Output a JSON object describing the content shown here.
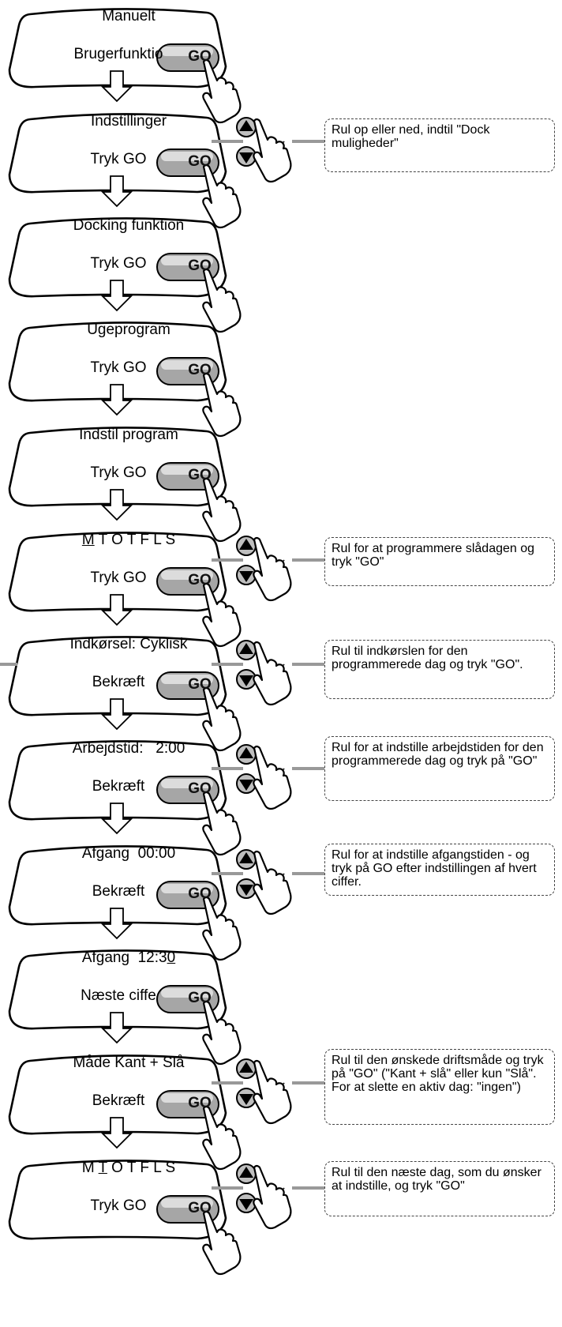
{
  "steps": [
    {
      "line1": "Manuelt",
      "line2": "Brugerfunktio",
      "go": "GO",
      "arrows": false
    },
    {
      "line1": "Indstillinger",
      "line2": "Tryk GO",
      "go": "GO",
      "arrows": true,
      "note": "Rul op eller ned, indtil \"Dock muligheder\""
    },
    {
      "line1": "Docking funktion",
      "line2": "Tryk GO",
      "go": "GO",
      "arrows": false
    },
    {
      "line1": "Ugeprogram",
      "line2": "Tryk GO",
      "go": "GO",
      "arrows": false
    },
    {
      "line1": "Indstil program",
      "line2": "Tryk GO",
      "go": "GO",
      "arrows": false
    },
    {
      "line1_pre": "",
      "line1_u": "M",
      "line1_post": " T O T F L S",
      "line2": "Tryk GO",
      "go": "GO",
      "arrows": true,
      "note": "Rul for at programmere slådagen og tryk \"GO\""
    },
    {
      "line1": "Indkørsel: Cyklisk",
      "line2": "Bekræft",
      "go": "GO",
      "arrows": true,
      "note": "Rul til indkørslen for den programmerede dag og tryk \"GO\"."
    },
    {
      "line1": "Arbejdstid:   2:00",
      "line2": "Bekræft",
      "go": "GO",
      "arrows": true,
      "note": "Rul for at indstille arbejdstiden for den programmerede dag og tryk på \"GO\""
    },
    {
      "line1": "Afgang  00:00",
      "line2": "Bekræft",
      "go": "GO",
      "arrows": true,
      "note": "Rul for at indstille afgangstiden - og tryk på GO efter indstillingen af hvert ciffer."
    },
    {
      "line1_pre": "Afgang  12:3",
      "line1_u": "0",
      "line1_post": "",
      "line2": "Næste ciffe",
      "go": "GO",
      "arrows": false
    },
    {
      "line1": "Måde Kant + Slå",
      "line2": "Bekræft",
      "go": "GO",
      "arrows": true,
      "note": "Rul til den ønskede driftsmåde og tryk på \"GO\" (\"Kant + slå\" eller kun \"Slå\". For at slette en aktiv dag: \"ingen\")"
    },
    {
      "line1_pre": "M ",
      "line1_u": "T",
      "line1_post": " O T F L S",
      "line2": "Tryk GO",
      "go": "GO",
      "arrows": true,
      "note": "Rul til den næste dag, som du ønsker at indstille, og tryk \"GO\""
    }
  ]
}
